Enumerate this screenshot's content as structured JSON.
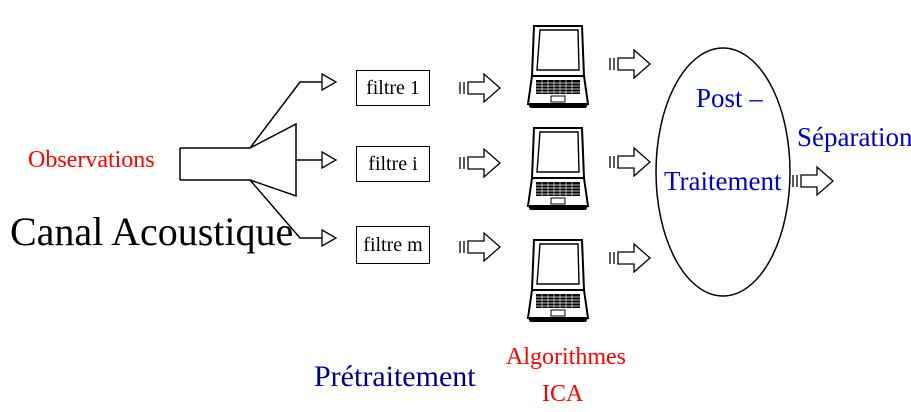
{
  "labels": {
    "observations": "Observations",
    "canal": "Canal Acoustique",
    "pretraitement": "Prétraitement",
    "algorithmes_line1": "Algorithmes",
    "algorithmes_line2": "ICA",
    "post_line1": "Post –",
    "post_line2": "Traitement",
    "separation": "Séparation"
  },
  "filters": [
    "filtre 1",
    "filtre i",
    "filtre m"
  ],
  "computers": [
    "laptop-icon",
    "laptop-icon",
    "laptop-icon"
  ],
  "colors": {
    "observations": "#ff0000",
    "algorithmes": "#ff0000",
    "post_traitement": "#0000cc",
    "separation": "#0000cc",
    "pretraitement": "#00008b",
    "canal": "#000000"
  }
}
